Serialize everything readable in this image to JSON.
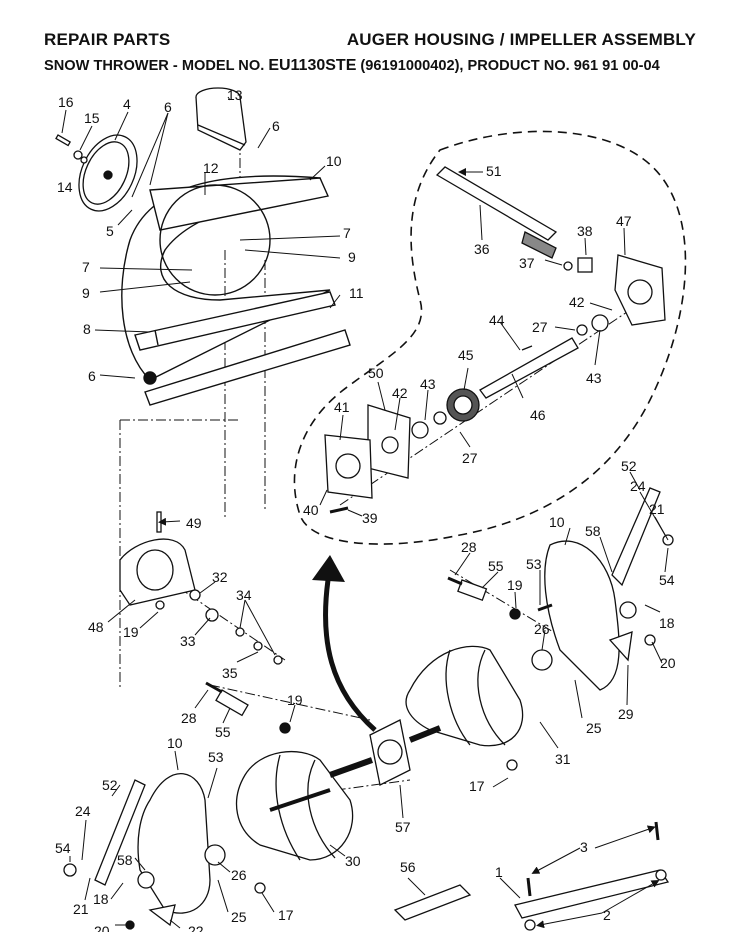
{
  "header": {
    "left": "REPAIR PARTS",
    "right": "AUGER HOUSING / IMPELLER ASSEMBLY",
    "sub_prefix": "SNOW THROWER - MODEL NO. ",
    "sub_model": "EU1130STE",
    "sub_suffix": " (96191000402), PRODUCT NO. 961 91 00-04"
  },
  "labels": [
    {
      "id": "16a",
      "text": "16"
    },
    {
      "id": "4",
      "text": "4"
    },
    {
      "id": "15",
      "text": "15"
    },
    {
      "id": "6a",
      "text": "6"
    },
    {
      "id": "13",
      "text": "13"
    },
    {
      "id": "6b",
      "text": "6"
    },
    {
      "id": "14",
      "text": "14"
    },
    {
      "id": "12",
      "text": "12"
    },
    {
      "id": "10a",
      "text": "10"
    },
    {
      "id": "5",
      "text": "5"
    },
    {
      "id": "7a",
      "text": "7"
    },
    {
      "id": "7b",
      "text": "7"
    },
    {
      "id": "9a",
      "text": "9"
    },
    {
      "id": "9b",
      "text": "9"
    },
    {
      "id": "11",
      "text": "11"
    },
    {
      "id": "8",
      "text": "8"
    },
    {
      "id": "6c",
      "text": "6"
    },
    {
      "id": "51",
      "text": "51"
    },
    {
      "id": "36",
      "text": "36"
    },
    {
      "id": "38",
      "text": "38"
    },
    {
      "id": "47",
      "text": "47"
    },
    {
      "id": "37",
      "text": "37"
    },
    {
      "id": "42a",
      "text": "42"
    },
    {
      "id": "44",
      "text": "44"
    },
    {
      "id": "27a",
      "text": "27"
    },
    {
      "id": "43a",
      "text": "43"
    },
    {
      "id": "45",
      "text": "45"
    },
    {
      "id": "50",
      "text": "50"
    },
    {
      "id": "42b",
      "text": "42"
    },
    {
      "id": "43b",
      "text": "43"
    },
    {
      "id": "46",
      "text": "46"
    },
    {
      "id": "41",
      "text": "41"
    },
    {
      "id": "27b",
      "text": "27"
    },
    {
      "id": "40",
      "text": "40"
    },
    {
      "id": "39",
      "text": "39"
    },
    {
      "id": "52a",
      "text": "52"
    },
    {
      "id": "24a",
      "text": "24"
    },
    {
      "id": "21a",
      "text": "21"
    },
    {
      "id": "10b",
      "text": "10"
    },
    {
      "id": "58a",
      "text": "58"
    },
    {
      "id": "49",
      "text": "49"
    },
    {
      "id": "28a",
      "text": "28"
    },
    {
      "id": "55a",
      "text": "55"
    },
    {
      "id": "53a",
      "text": "53"
    },
    {
      "id": "19a",
      "text": "19"
    },
    {
      "id": "54a",
      "text": "54"
    },
    {
      "id": "18a",
      "text": "18"
    },
    {
      "id": "32",
      "text": "32"
    },
    {
      "id": "34",
      "text": "34"
    },
    {
      "id": "48",
      "text": "48"
    },
    {
      "id": "19b",
      "text": "19"
    },
    {
      "id": "33",
      "text": "33"
    },
    {
      "id": "26a",
      "text": "26"
    },
    {
      "id": "20a",
      "text": "20"
    },
    {
      "id": "35",
      "text": "35"
    },
    {
      "id": "29",
      "text": "29"
    },
    {
      "id": "28b",
      "text": "28"
    },
    {
      "id": "19c",
      "text": "19"
    },
    {
      "id": "25a",
      "text": "25"
    },
    {
      "id": "55b",
      "text": "55"
    },
    {
      "id": "31",
      "text": "31"
    },
    {
      "id": "10c",
      "text": "10"
    },
    {
      "id": "53b",
      "text": "53"
    },
    {
      "id": "52b",
      "text": "52"
    },
    {
      "id": "17a",
      "text": "17"
    },
    {
      "id": "57",
      "text": "57"
    },
    {
      "id": "24b",
      "text": "24"
    },
    {
      "id": "30",
      "text": "30"
    },
    {
      "id": "54b",
      "text": "54"
    },
    {
      "id": "58b",
      "text": "58"
    },
    {
      "id": "26b",
      "text": "26"
    },
    {
      "id": "56",
      "text": "56"
    },
    {
      "id": "1",
      "text": "1"
    },
    {
      "id": "3",
      "text": "3"
    },
    {
      "id": "18b",
      "text": "18"
    },
    {
      "id": "21b",
      "text": "21"
    },
    {
      "id": "25b",
      "text": "25"
    },
    {
      "id": "17b",
      "text": "17"
    },
    {
      "id": "2",
      "text": "2"
    },
    {
      "id": "20b",
      "text": "20"
    },
    {
      "id": "22",
      "text": "22"
    }
  ]
}
